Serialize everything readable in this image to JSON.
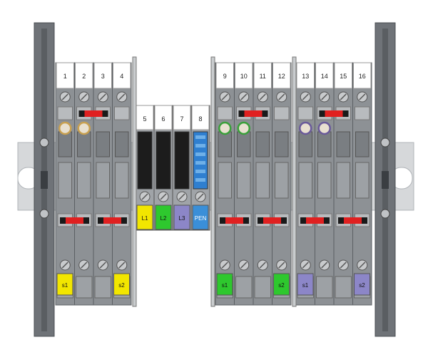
{
  "terminal_numbers": [
    "1",
    "2",
    "3",
    "4",
    "5",
    "6",
    "7",
    "8",
    "9",
    "10",
    "11",
    "12",
    "13",
    "14",
    "15",
    "16"
  ],
  "phase_markers": [
    {
      "text": "L1",
      "color": "#f2e600"
    },
    {
      "text": "L2",
      "color": "#2ec82e"
    },
    {
      "text": "L3",
      "color": "#8c86c8"
    },
    {
      "text": "PEN",
      "color": "#3a8fd8"
    }
  ],
  "group_markers": [
    {
      "text": "s1",
      "color": "#f2e600"
    },
    {
      "text": "s2",
      "color": "#f2e600"
    },
    {
      "text": "s1",
      "color": "#2ec82e"
    },
    {
      "text": "s2",
      "color": "#2ec82e"
    },
    {
      "text": "s1",
      "color": "#8c86c8"
    },
    {
      "text": "s2",
      "color": "#8c86c8"
    }
  ],
  "colors": {
    "rail": "#7c8084",
    "module_body": "#8d9195",
    "bridge_red": "#e02020",
    "bridge_black": "#1a1a1a",
    "pen_blue": "#2f7fd0",
    "led_yellow": "#c8a050",
    "led_green": "#3aa03a",
    "led_purple": "#6a5a9a"
  }
}
